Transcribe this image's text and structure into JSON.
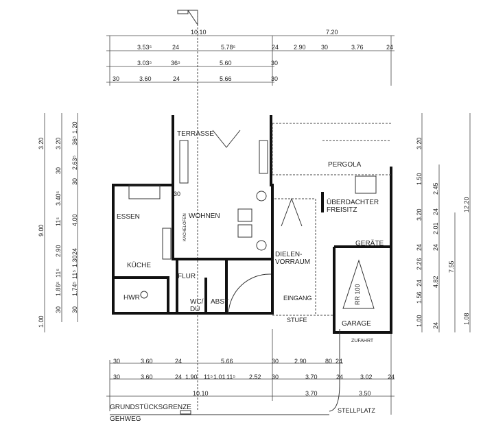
{
  "rooms": {
    "terrasse": "TERRASSE",
    "pergola": "PERGOLA",
    "essen": "ESSEN",
    "wohnen": "WOHNEN",
    "kachelofen": "KACHELOFEN",
    "freisitz_1": "ÜBERDACHTER",
    "freisitz_2": "FREISITZ",
    "geraete": "GERÄTE",
    "dielen_1": "DIELEN-",
    "dielen_2": "VORRAUM",
    "kueche": "KÜCHE",
    "flur": "FLUR",
    "hwr": "HWR",
    "wc_1": "WC/",
    "wc_2": "DU",
    "abst": "ABST",
    "eingang": "EINGANG",
    "stufe": "STUFE",
    "garage": "GARAGE",
    "zufahrt": "ZUFAHRT",
    "car": "RR 100",
    "grenze": "GRUNDSTÜCKSGRENZE",
    "gehweg": "GEHWEG",
    "stellplatz": "STELLPLATZ",
    "misc_30": "30"
  },
  "dims_top": {
    "r1": [
      "10.10",
      "7.20"
    ],
    "r2": [
      "3.53⁵",
      "24",
      "5.78⁵",
      "24",
      "2.90",
      "30",
      "3.76",
      "24"
    ],
    "r3": [
      "3.03⁵",
      "36⁵",
      "5.60",
      "30"
    ],
    "r4": [
      "30",
      "3.60",
      "24",
      "5.66",
      "30"
    ]
  },
  "dims_bottom": {
    "r1": [
      "30",
      "3.60",
      "24",
      "5.66",
      "30",
      "2.90",
      "80",
      "24"
    ],
    "r2": [
      "30",
      "3.60",
      "24",
      "1.90",
      "11⁵",
      "1.01",
      "11⁵",
      "2.52",
      "30",
      "3.70",
      "24",
      "3.02",
      "24"
    ],
    "r3": [
      "10.10",
      "3.70",
      "3.50"
    ]
  },
  "dims_left": {
    "c1": [
      "3.20",
      "9.00",
      "1.00"
    ],
    "c2": [
      "3.20",
      "30",
      "3.40⁵",
      "11⁵",
      "2.90",
      "11⁵",
      "1.86⁵",
      "30"
    ],
    "c3": [
      "1.20",
      "36⁵",
      "2.63⁵",
      "30",
      "4.00",
      "24",
      "1.30",
      "11⁵",
      "1.74⁵",
      "30"
    ]
  },
  "dims_right": {
    "c1": [
      "3.20",
      "1.50",
      "3.20",
      "24",
      "2.26",
      "24",
      "1.56",
      "1.00"
    ],
    "c2": [
      "2.45",
      "24",
      "2.01",
      "24",
      "4.82",
      "24"
    ],
    "c3": [
      "7.55"
    ],
    "c4": [
      "12.20",
      "1.08"
    ]
  }
}
